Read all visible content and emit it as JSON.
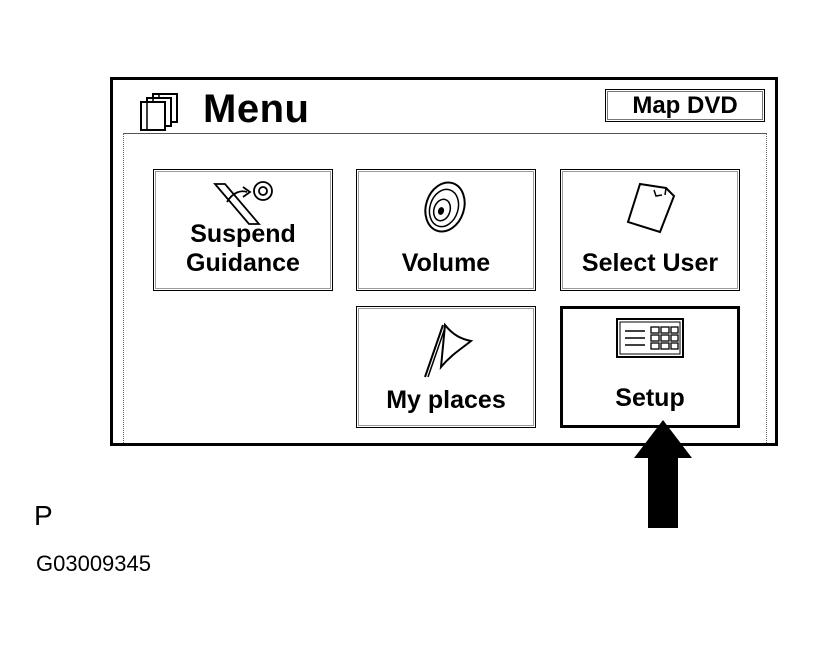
{
  "header": {
    "title": "Menu",
    "title_icon": "menu-pages-icon",
    "source_button": "Map DVD"
  },
  "tiles": [
    {
      "id": "suspend",
      "label": "Suspend\nGuidance",
      "icon": "suspend-route-icon"
    },
    {
      "id": "volume",
      "label": "Volume",
      "icon": "speaker-icon"
    },
    {
      "id": "user",
      "label": "Select User",
      "icon": "memory-card-icon"
    },
    {
      "id": "places",
      "label": "My places",
      "icon": "flag-icon"
    },
    {
      "id": "setup",
      "label": "Setup",
      "icon": "settings-panel-icon",
      "selected": true
    }
  ],
  "annotation": {
    "pointer": "arrow-up-icon",
    "pointer_target": "Setup"
  },
  "figure": {
    "code": "P",
    "id": "G03009345"
  },
  "colors": {
    "ink": "#000000",
    "background": "#ffffff"
  }
}
